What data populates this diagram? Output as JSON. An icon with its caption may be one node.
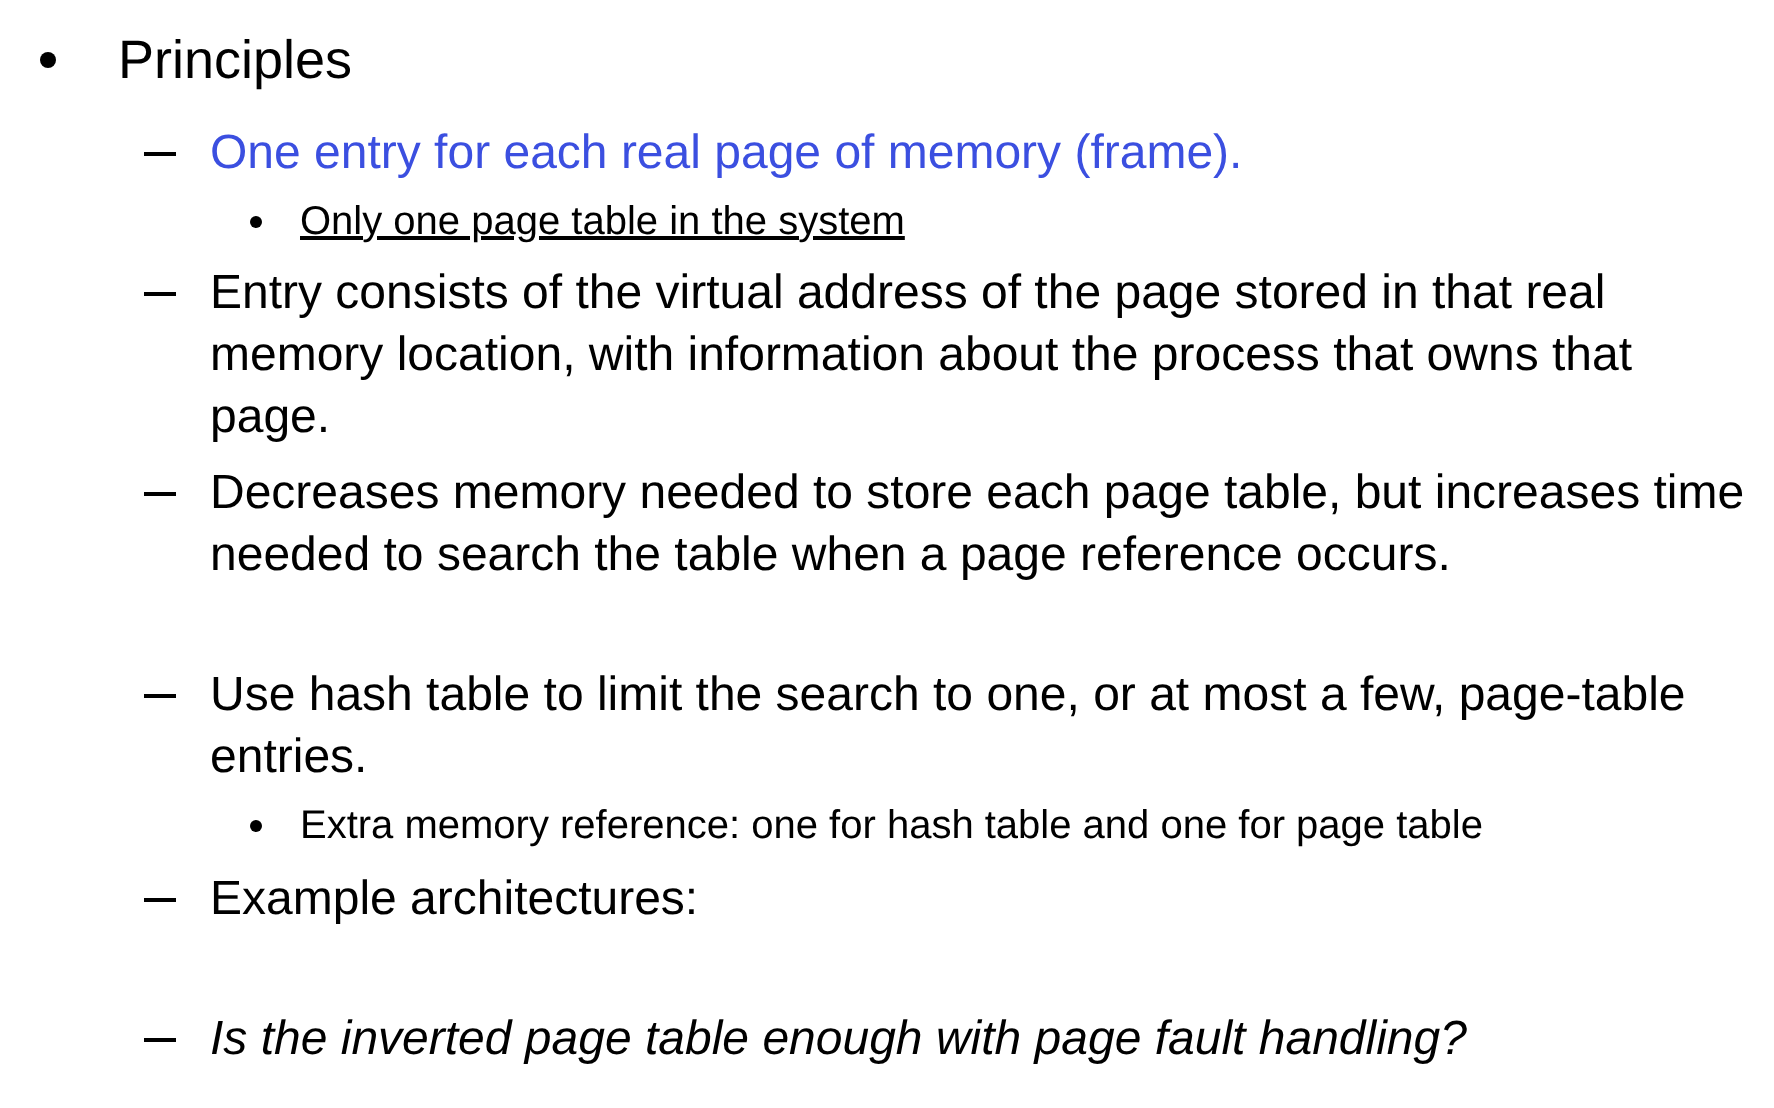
{
  "diagram": {
    "labels": [
      "Principles",
      "One entry for each real page of memory (frame).",
      "Only one page table in the system",
      "Entry consists of the virtual address of the page stored in that real memory location, with information about the process that owns that page.",
      "Decreases memory needed to store each page table, but increases time needed to search the table when a page reference occurs.",
      "Use hash table to limit the search to one, or at most a few, page-table entries.",
      "Extra memory reference: one for hash table and one for page table",
      "Example architectures:",
      "Is the inverted page table enough with page fault handling?"
    ]
  }
}
